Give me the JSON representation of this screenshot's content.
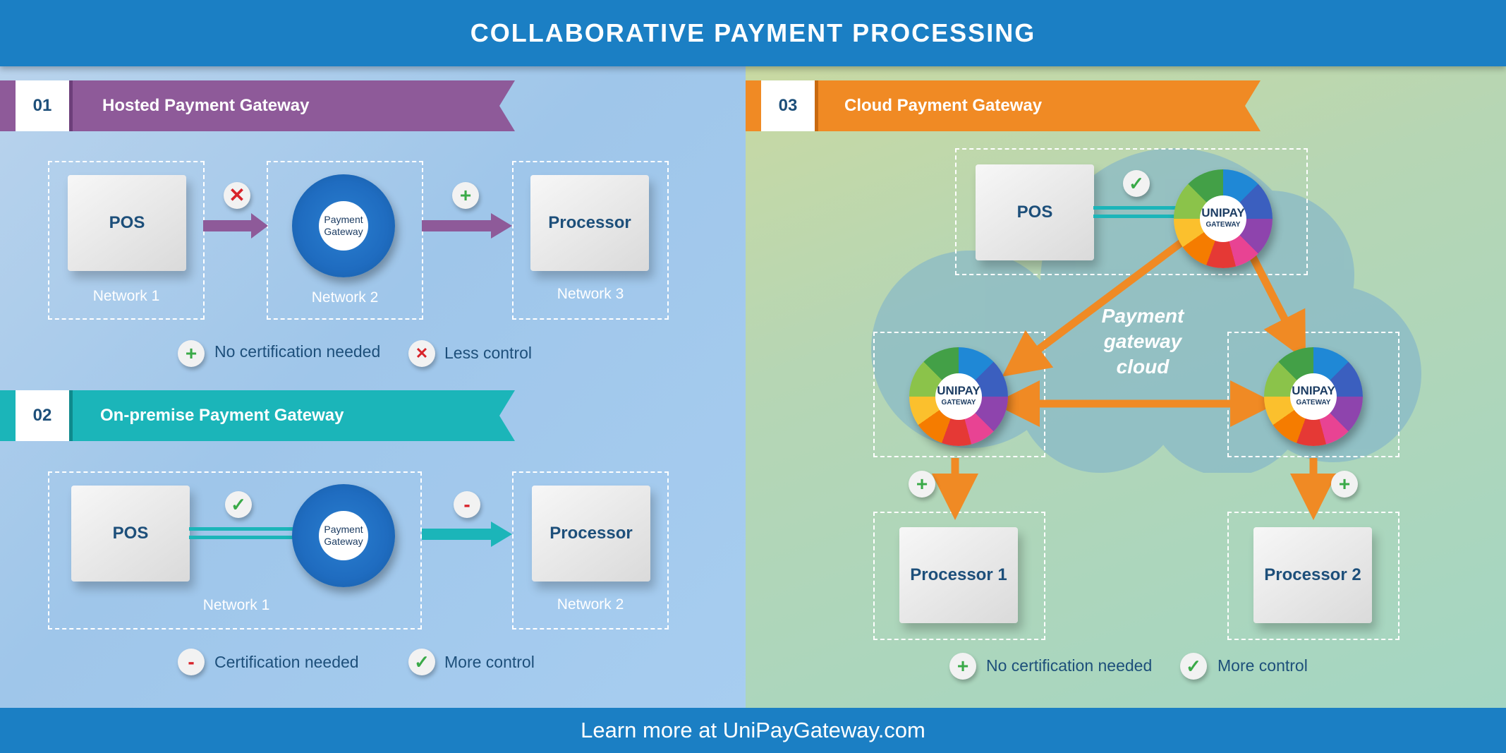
{
  "title": "COLLABORATIVE PAYMENT PROCESSING",
  "footer": "Learn more at UniPayGateway.com",
  "colors": {
    "header": "#1b7fc4",
    "purple": "#8e5a99",
    "teal": "#1bb5b9",
    "orange": "#f08a24",
    "arrow_orange": "#f08a24"
  },
  "sections": {
    "hosted": {
      "number": "01",
      "label": "Hosted Payment Gateway",
      "pos": "POS",
      "gateway": "Payment Gateway",
      "processor": "Processor",
      "networks": [
        "Network 1",
        "Network 2",
        "Network 3"
      ],
      "legend": [
        {
          "icon": "plus-icon",
          "text": "No certification needed"
        },
        {
          "icon": "cross-icon",
          "text": "Less control"
        }
      ]
    },
    "onpremise": {
      "number": "02",
      "label": "On-premise Payment Gateway",
      "pos": "POS",
      "gateway": "Payment Gateway",
      "processor": "Processor",
      "networks": [
        "Network 1",
        "Network 2"
      ],
      "legend": [
        {
          "icon": "minus-icon",
          "text": "Certification needed"
        },
        {
          "icon": "check-icon",
          "text": "More control"
        }
      ]
    },
    "cloud": {
      "number": "03",
      "label": "Cloud Payment Gateway",
      "pos": "POS",
      "gateway_brand": "UNIPAY",
      "gateway_sub": "GATEWAY",
      "cloud_label": "Payment gateway cloud",
      "processors": [
        "Processor 1",
        "Processor 2"
      ],
      "legend": [
        {
          "icon": "plus-icon",
          "text": "No certification needed"
        },
        {
          "icon": "check-icon",
          "text": "More control"
        }
      ]
    }
  }
}
